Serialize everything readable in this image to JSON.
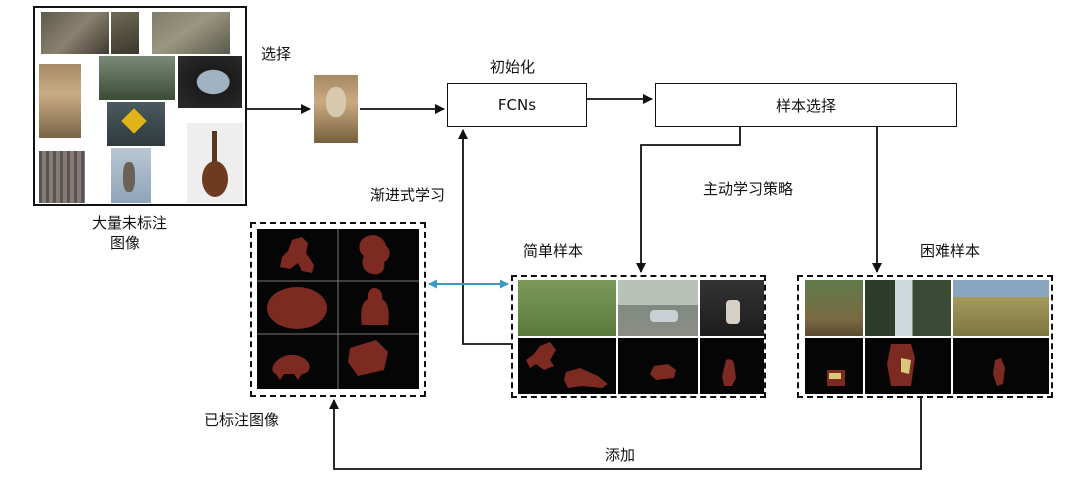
{
  "labels": {
    "select": "选择",
    "init": "初始化",
    "unlabeled_line1": "大量未标注",
    "unlabeled_line2": "图像",
    "progressive": "渐进式学习",
    "active_strategy": "主动学习策略",
    "easy": "简单样本",
    "hard": "困难样本",
    "labeled": "已标注图像",
    "add": "添加"
  },
  "boxes": {
    "fcn": "FCNs",
    "sample_select": "样本选择"
  },
  "colors": {
    "mask_red": "#7c2a22",
    "bidirectional_arrow": "#3a9bbf",
    "line": "#111111"
  }
}
